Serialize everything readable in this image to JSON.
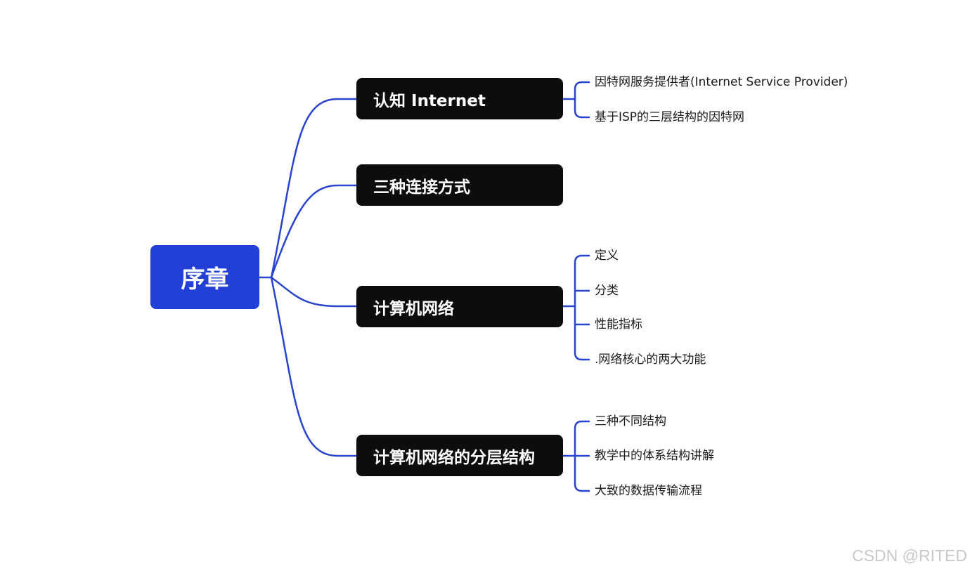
{
  "root": {
    "label": "序章"
  },
  "branches": [
    {
      "label": "认知  Internet",
      "children": [
        "因特网服务提供者(Internet Service Provider)",
        "基于ISP的三层结构的因特网"
      ]
    },
    {
      "label": "三种连接方式",
      "children": []
    },
    {
      "label": "计算机网络",
      "children": [
        "定义",
        "分类",
        "性能指标",
        ".网络核心的两大功能"
      ]
    },
    {
      "label": "计算机网络的分层结构",
      "children": [
        "三种不同结构",
        "教学中的体系结构讲解",
        "大致的数据传输流程"
      ]
    }
  ],
  "watermark": "CSDN @RITED",
  "colors": {
    "root_fill": "#2340d6",
    "branch_fill": "#0d0d0d",
    "connector": "#2a44cf",
    "leaf_text": "#1a1a1a",
    "watermark": "#c8c8c8"
  }
}
